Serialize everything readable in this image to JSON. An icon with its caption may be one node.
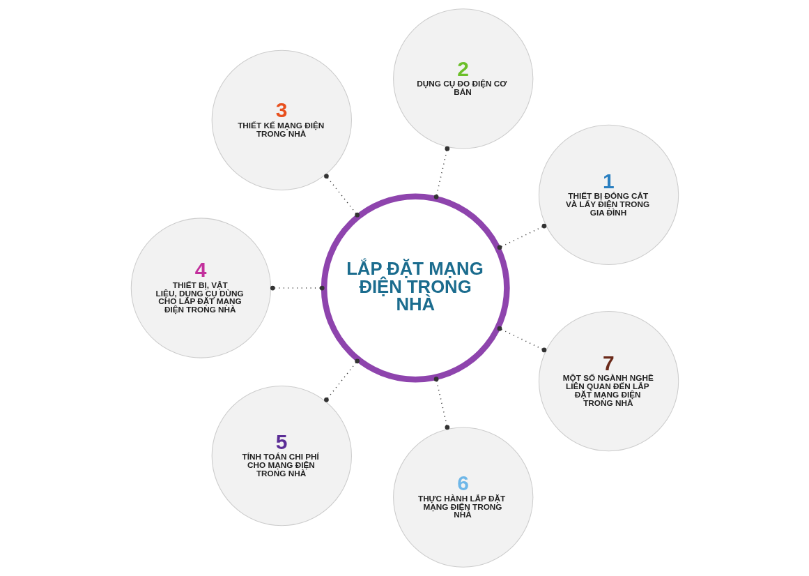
{
  "diagram": {
    "nodes": [
      {
        "text": [
          "LẮP ĐẶT MẠNG ĐIỆN TRONG NHÀ"
        ]
      },
      {
        "text": [
          "1",
          "THIẾT BỊ ĐÓNG CẮT VÀ LẤY ĐIỆN TRONG GIA ĐÌNH"
        ]
      },
      {
        "text": [
          "2",
          "DỤNG CỤ ĐO ĐIỆN CƠ BẢN"
        ]
      },
      {
        "text": [
          "3",
          "THIẾT KẾ MẠNG ĐIỆN TRONG NHÀ"
        ]
      },
      {
        "text": [
          "4",
          "THIẾT BỊ, VẬT LIỆU, DỤNG CỤ DÙNG CHO LẮP ĐẶT MẠNG ĐIỆN TRONG NHÀ"
        ]
      },
      {
        "text": [
          "5",
          "TÍNH TOÁN CHI PHÍ CHO MẠNG ĐIỆN TRONG NHÀ"
        ]
      },
      {
        "text": [
          "6",
          "THỰC HÀNH LẮP ĐẶT MẠNG ĐIỆN TRONG NHÀ"
        ]
      },
      {
        "text": [
          "7",
          "MỘT SỐ NGÀNH NGHỀ LIÊN QUAN ĐẾN LẮP ĐẶT MẠNG ĐIỆN TRONG NHÀ"
        ]
      }
    ],
    "edges": [
      {
        "from": 0,
        "to": 1,
        "arrow": "other",
        "style": "dashed"
      },
      {
        "from": 0,
        "to": 2,
        "arrow": "other",
        "style": "dashed"
      },
      {
        "from": 0,
        "to": 3,
        "arrow": "other",
        "style": "dashed"
      },
      {
        "from": 0,
        "to": 4,
        "arrow": "other",
        "style": "dashed"
      },
      {
        "from": 0,
        "to": 5,
        "arrow": "other",
        "style": "dashed"
      },
      {
        "from": 0,
        "to": 6,
        "arrow": "other",
        "style": "dashed"
      },
      {
        "from": 0,
        "to": 7,
        "arrow": "other",
        "style": "dashed"
      }
    ]
  }
}
